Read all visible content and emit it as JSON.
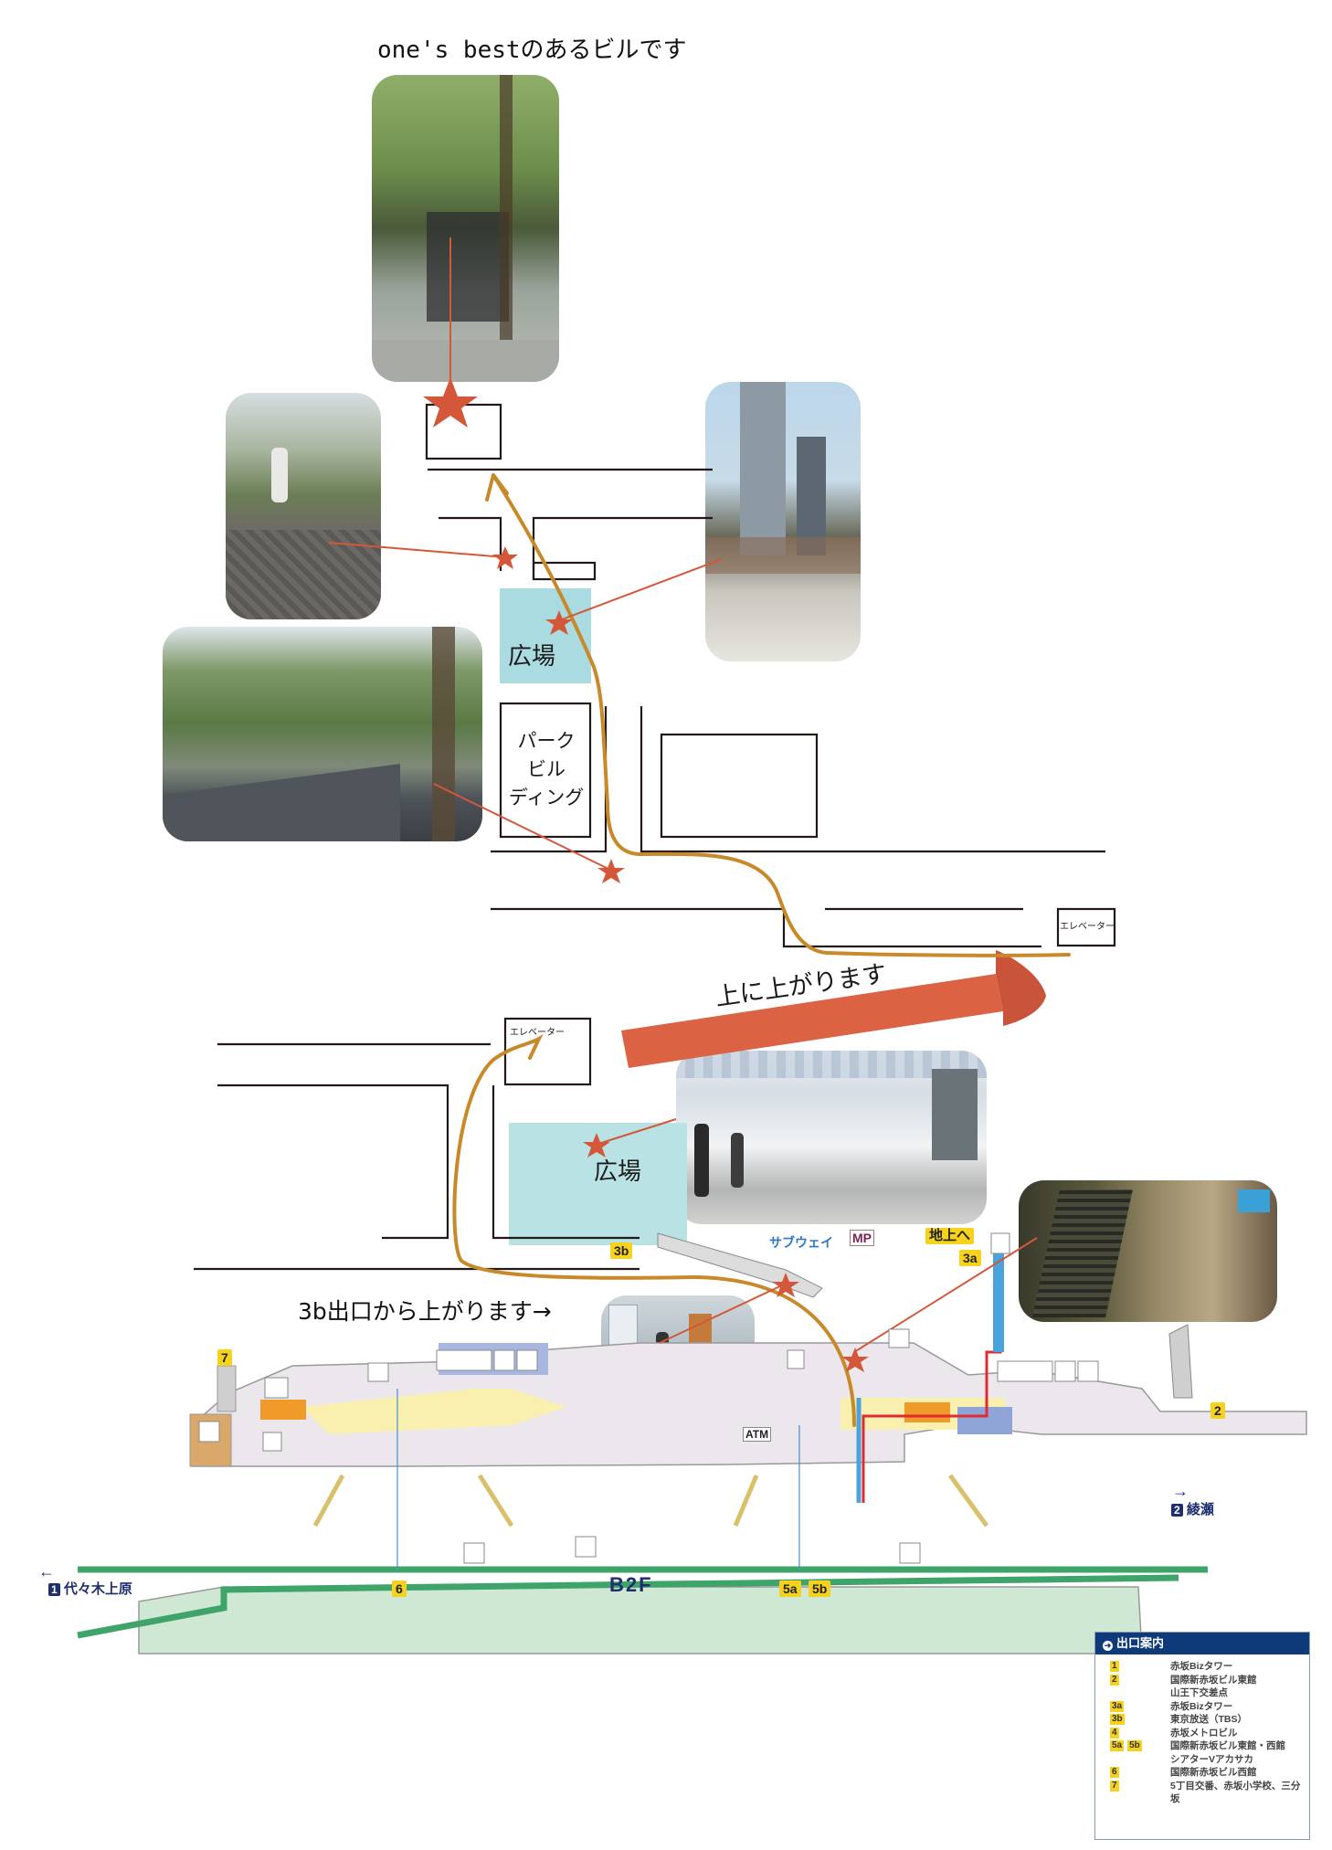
{
  "title": "one's bestのあるビルです",
  "street_map": {
    "plaza_label": "広場",
    "building_label": [
      "パーク",
      "ビル",
      "ディング"
    ],
    "elevator_label": "エレベーター",
    "up_arrow_label": "上に上がります"
  },
  "photos": [
    {
      "name": "building-entrance-photo",
      "description": "Building entrance with trees and pedestrians"
    },
    {
      "name": "sidewalk-photo",
      "description": "Paved sidewalk with pedestrian walking"
    },
    {
      "name": "tower-plaza-photo",
      "description": "Tall tower with plaza"
    },
    {
      "name": "tree-lined-street-photo",
      "description": "Tree-lined street with railings"
    },
    {
      "name": "station-plaza-photo",
      "description": "Station plaza with pedestrians"
    },
    {
      "name": "escalator-photo",
      "description": "Escalators and stairs up to ground"
    },
    {
      "name": "exit-3b-photo",
      "description": "Exit 3b corridor with stairs"
    }
  ],
  "station_map": {
    "exit_note": "3b出口から上がります→",
    "subway_label": "サブウェイ",
    "mp_label": "MP",
    "to_ground_label": "地上へ",
    "atm_label": "ATM",
    "floor_label": "B2F",
    "direction_left": {
      "number": "1",
      "label": "代々木上原"
    },
    "direction_right": {
      "number": "2",
      "label": "綾瀬"
    },
    "exit_tags": {
      "e3b": "3b",
      "e3a": "3a",
      "e7": "7",
      "e2": "2",
      "e6": "6",
      "e5a": "5a",
      "e5b": "5b"
    },
    "colors": {
      "route": "#c8892a",
      "marker": "#d4573a",
      "plaza": "#a9dbe0",
      "line_green": "#3fa46a",
      "legend_header": "#0e3a7a",
      "exit_tag": "#f6d21c"
    }
  },
  "legend": {
    "header": "出口案内",
    "rows": [
      {
        "tags": [
          "1"
        ],
        "text": "赤坂Bizタワー"
      },
      {
        "tags": [
          "2"
        ],
        "text": "国際新赤坂ビル東館"
      },
      {
        "tags": [],
        "text": "山王下交差点"
      },
      {
        "tags": [
          "3a"
        ],
        "text": "赤坂Bizタワー"
      },
      {
        "tags": [
          "3b"
        ],
        "text": "東京放送（TBS）"
      },
      {
        "tags": [
          "4"
        ],
        "text": "赤坂メトロビル"
      },
      {
        "tags": [
          "5a",
          "5b"
        ],
        "text": "国際新赤坂ビル東館・西館"
      },
      {
        "tags": [],
        "text": "シアターVアカサカ"
      },
      {
        "tags": [
          "6"
        ],
        "text": "国際新赤坂ビル西館"
      },
      {
        "tags": [
          "7"
        ],
        "text": "5丁目交番、赤坂小学校、三分坂"
      }
    ]
  }
}
